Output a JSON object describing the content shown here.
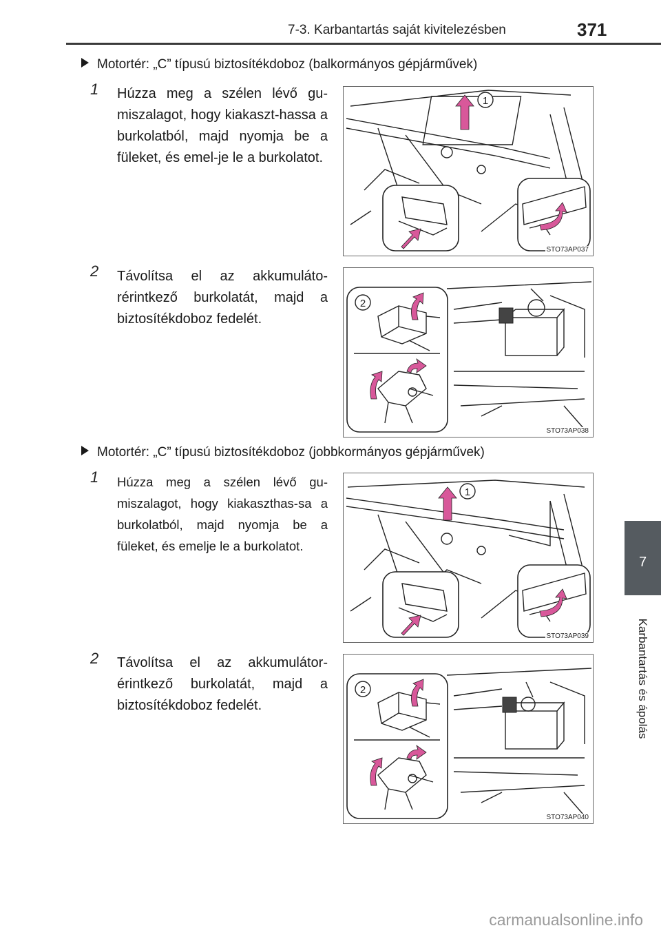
{
  "header": {
    "section_title": "7-3. Karbantartás saját kivitelezésben",
    "page_number": "371"
  },
  "side_tab": {
    "number": "7",
    "label": "Karbantartás és ápolás"
  },
  "colors": {
    "accent_arrow": "#d8589a",
    "tab_background": "#555b60"
  },
  "sections": [
    {
      "heading": "Motortér: „C” típusú biztosítékdoboz (balkormányos gépjárművek)",
      "steps": [
        {
          "number": "1",
          "text": "Húzza meg a szélen lévő gu-miszalagot, hogy kiakaszt-hassa a burkolatból, majd nyomja be a füleket, és emel-je le a burkolatot.",
          "figure": {
            "code": "STO73AP037",
            "callout": "1"
          }
        },
        {
          "number": "2",
          "text": "Távolítsa el az akkumuláto-rérintkező burkolatát, majd a biztosítékdoboz fedelét.",
          "figure": {
            "code": "STO73AP038",
            "callout": "2"
          }
        }
      ]
    },
    {
      "heading": "Motortér: „C” típusú biztosítékdoboz (jobbkormányos gépjárművek)",
      "steps": [
        {
          "number": "1",
          "text": "Húzza meg a szélen lévő gu-miszalagot, hogy kiakaszthas-sa a burkolatból, majd nyomja be a füleket, és emelje le a burkolatot.",
          "figure": {
            "code": "STO73AP039",
            "callout": "1"
          }
        },
        {
          "number": "2",
          "text": "Távolítsa el az akkumulátor-érintkező burkolatát, majd a biztosítékdoboz fedelét.",
          "figure": {
            "code": "STO73AP040",
            "callout": "2"
          }
        }
      ]
    }
  ],
  "watermark": "carmanualsonline.info"
}
